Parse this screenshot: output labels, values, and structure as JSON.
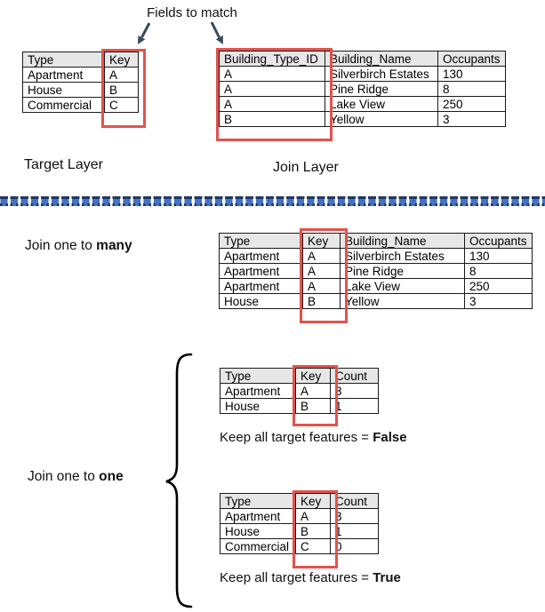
{
  "annotations": {
    "fields_to_match": "Fields to match",
    "target_layer": "Target Layer",
    "join_layer": "Join Layer",
    "join_one_to_many": {
      "prefix": "Join one to ",
      "bold": "many"
    },
    "join_one_to_one": {
      "prefix": "Join one to ",
      "bold": "one"
    },
    "keep_false": {
      "prefix": "Keep all target features = ",
      "bold": "False"
    },
    "keep_true": {
      "prefix": "Keep all target features = ",
      "bold": "True"
    }
  },
  "tables": {
    "target": {
      "headers": [
        "Type",
        "Key"
      ],
      "rows": [
        [
          "Apartment",
          "A"
        ],
        [
          "House",
          "B"
        ],
        [
          "Commercial",
          "C"
        ]
      ],
      "highlighted_column": "Key"
    },
    "join": {
      "headers": [
        "Building_Type_ID",
        "Building_Name",
        "Occupants"
      ],
      "rows": [
        [
          "A",
          "Silverbirch Estates",
          "130"
        ],
        [
          "A",
          "Pine Ridge",
          "8"
        ],
        [
          "A",
          "Lake View",
          "250"
        ],
        [
          "B",
          "Yellow",
          "3"
        ]
      ],
      "highlighted_column": "Building_Type_ID"
    },
    "one_to_many": {
      "headers": [
        "Type",
        "Key",
        "Building_Name",
        "Occupants"
      ],
      "rows": [
        [
          "Apartment",
          "A",
          "Silverbirch Estates",
          "130"
        ],
        [
          "Apartment",
          "A",
          "Pine Ridge",
          "8"
        ],
        [
          "Apartment",
          "A",
          "Lake View",
          "250"
        ],
        [
          "House",
          "B",
          "Yellow",
          "3"
        ]
      ],
      "highlighted_column": "Key"
    },
    "one_to_one_false": {
      "headers": [
        "Type",
        "Key",
        "Count"
      ],
      "rows": [
        [
          "Apartment",
          "A",
          "3"
        ],
        [
          "House",
          "B",
          "1"
        ]
      ],
      "highlighted_column": "Key"
    },
    "one_to_one_true": {
      "headers": [
        "Type",
        "Key",
        "Count"
      ],
      "rows": [
        [
          "Apartment",
          "A",
          "3"
        ],
        [
          "House",
          "B",
          "1"
        ],
        [
          "Commercial",
          "C",
          "0"
        ]
      ],
      "highlighted_column": "Key"
    }
  },
  "colors": {
    "key_highlight": "#e2534d",
    "table_header_bg": "#e7e7e7",
    "arrow": "#3d4a5c",
    "divider_dark": "#203864",
    "divider_blue": "#4472c4"
  }
}
